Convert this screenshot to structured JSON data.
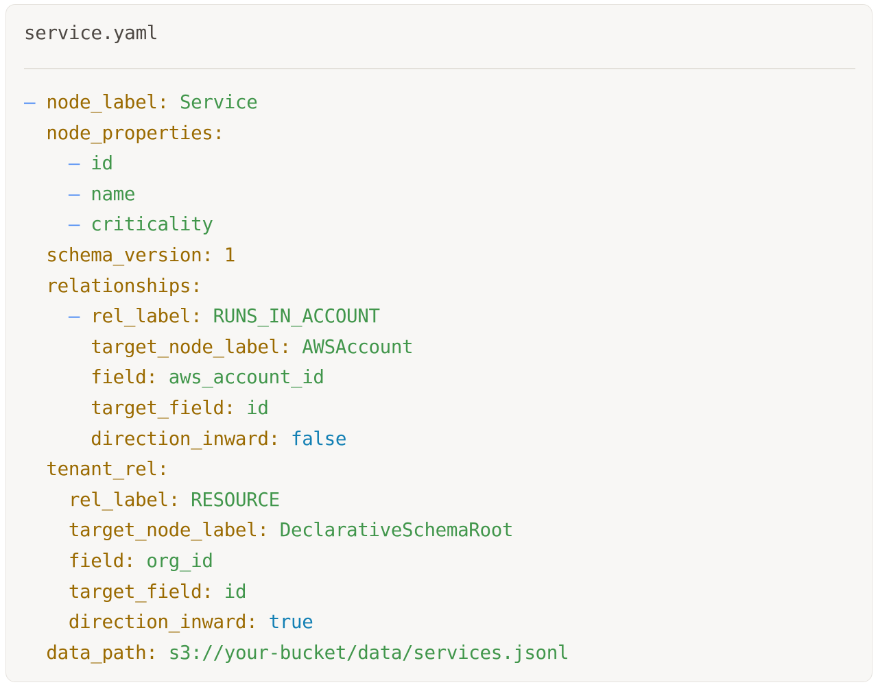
{
  "card": {
    "title": "service.yaml",
    "filename": "service.yaml"
  },
  "colors": {
    "background": "#f8f7f5",
    "border": "#e6e3de",
    "divider": "#e3e0da",
    "title_text": "#4d4843",
    "key": "#9a6a00",
    "string_value": "#41964b",
    "boolean_value": "#1380b4",
    "dash_bullet": "#4285f4",
    "number_value": "#9a6a00"
  },
  "yaml": {
    "lines": [
      {
        "id": "line-node-label",
        "indent": 0,
        "dash": "–",
        "key": "node_label",
        "value": "Service",
        "value_type": "string",
        "text": "- node_label: Service"
      },
      {
        "id": "line-node-properties",
        "indent": 1,
        "dash": "",
        "key": "node_properties",
        "value": "",
        "value_type": "mapping",
        "text": "node_properties:"
      },
      {
        "id": "line-prop-id",
        "indent": 2,
        "dash": "–",
        "key": "",
        "value": "id",
        "value_type": "string",
        "text": "- id"
      },
      {
        "id": "line-prop-name",
        "indent": 2,
        "dash": "–",
        "key": "",
        "value": "name",
        "value_type": "string",
        "text": "- name"
      },
      {
        "id": "line-prop-criticality",
        "indent": 2,
        "dash": "–",
        "key": "",
        "value": "criticality",
        "value_type": "string",
        "text": "- criticality"
      },
      {
        "id": "line-schema-version",
        "indent": 1,
        "dash": "",
        "key": "schema_version",
        "value": "1",
        "value_type": "number",
        "text": "schema_version: 1"
      },
      {
        "id": "line-relationships",
        "indent": 1,
        "dash": "",
        "key": "relationships",
        "value": "",
        "value_type": "sequence",
        "text": "relationships:"
      },
      {
        "id": "line-rel-label",
        "indent": 2,
        "dash": "–",
        "key": "rel_label",
        "value": "RUNS_IN_ACCOUNT",
        "value_type": "string",
        "text": "- rel_label: RUNS_IN_ACCOUNT"
      },
      {
        "id": "line-rel-target-node-label",
        "indent": 3,
        "dash": "",
        "key": "target_node_label",
        "value": "AWSAccount",
        "value_type": "string",
        "text": "target_node_label: AWSAccount"
      },
      {
        "id": "line-rel-field",
        "indent": 3,
        "dash": "",
        "key": "field",
        "value": "aws_account_id",
        "value_type": "string",
        "text": "field: aws_account_id"
      },
      {
        "id": "line-rel-target-field",
        "indent": 3,
        "dash": "",
        "key": "target_field",
        "value": "id",
        "value_type": "string",
        "text": "target_field: id"
      },
      {
        "id": "line-rel-direction-inward",
        "indent": 3,
        "dash": "",
        "key": "direction_inward",
        "value": "false",
        "value_type": "boolean",
        "text": "direction_inward: false"
      },
      {
        "id": "line-tenant-rel",
        "indent": 1,
        "dash": "",
        "key": "tenant_rel",
        "value": "",
        "value_type": "mapping",
        "text": "tenant_rel:"
      },
      {
        "id": "line-tenant-rel-label",
        "indent": 2,
        "dash": "",
        "key": "rel_label",
        "value": "RESOURCE",
        "value_type": "string",
        "text": "rel_label: RESOURCE"
      },
      {
        "id": "line-tenant-target-node-label",
        "indent": 2,
        "dash": "",
        "key": "target_node_label",
        "value": "DeclarativeSchemaRoot",
        "value_type": "string",
        "text": "target_node_label: DeclarativeSchemaRoot"
      },
      {
        "id": "line-tenant-field",
        "indent": 2,
        "dash": "",
        "key": "field",
        "value": "org_id",
        "value_type": "string",
        "text": "field: org_id"
      },
      {
        "id": "line-tenant-target-field",
        "indent": 2,
        "dash": "",
        "key": "target_field",
        "value": "id",
        "value_type": "string",
        "text": "target_field: id"
      },
      {
        "id": "line-tenant-direction-inward",
        "indent": 2,
        "dash": "",
        "key": "direction_inward",
        "value": "true",
        "value_type": "boolean",
        "text": "direction_inward: true"
      },
      {
        "id": "line-data-path",
        "indent": 1,
        "dash": "",
        "key": "data_path",
        "value": "s3://your-bucket/data/services.jsonl",
        "value_type": "string",
        "text": "data_path: s3://your-bucket/data/services.jsonl"
      }
    ]
  }
}
